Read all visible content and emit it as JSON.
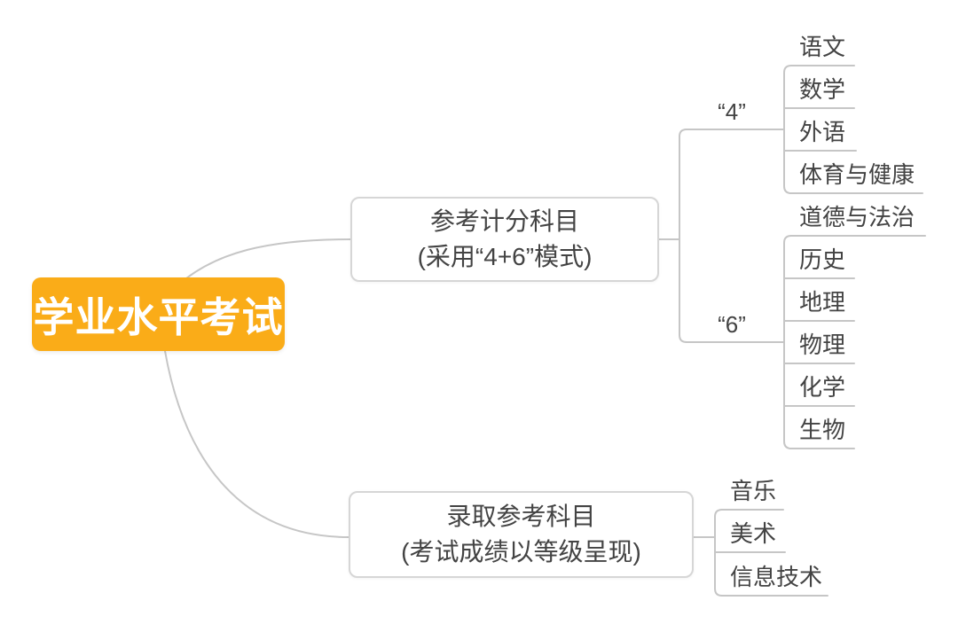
{
  "root": {
    "label": "学业水平考试"
  },
  "branches": [
    {
      "title": "参考计分科目",
      "subtitle": "(采用“4+6”模式)",
      "groups": [
        {
          "label": "“4”",
          "leaves": [
            "语文",
            "数学",
            "外语",
            "体育与健康"
          ]
        },
        {
          "label": "“6”",
          "leaves": [
            "道德与法治",
            "历史",
            "地理",
            "物理",
            "化学",
            "生物"
          ]
        }
      ]
    },
    {
      "title": "录取参考科目",
      "subtitle": "(考试成绩以等级呈现)",
      "leaves": [
        "音乐",
        "美术",
        "信息技术"
      ]
    }
  ],
  "colors": {
    "background": "#FFFFFF",
    "root_bg": "#FAAC18",
    "root_text": "#FFFFFF",
    "node_text": "#434343",
    "node_border": "#D6D6D6",
    "line": "#C6C6C6"
  }
}
